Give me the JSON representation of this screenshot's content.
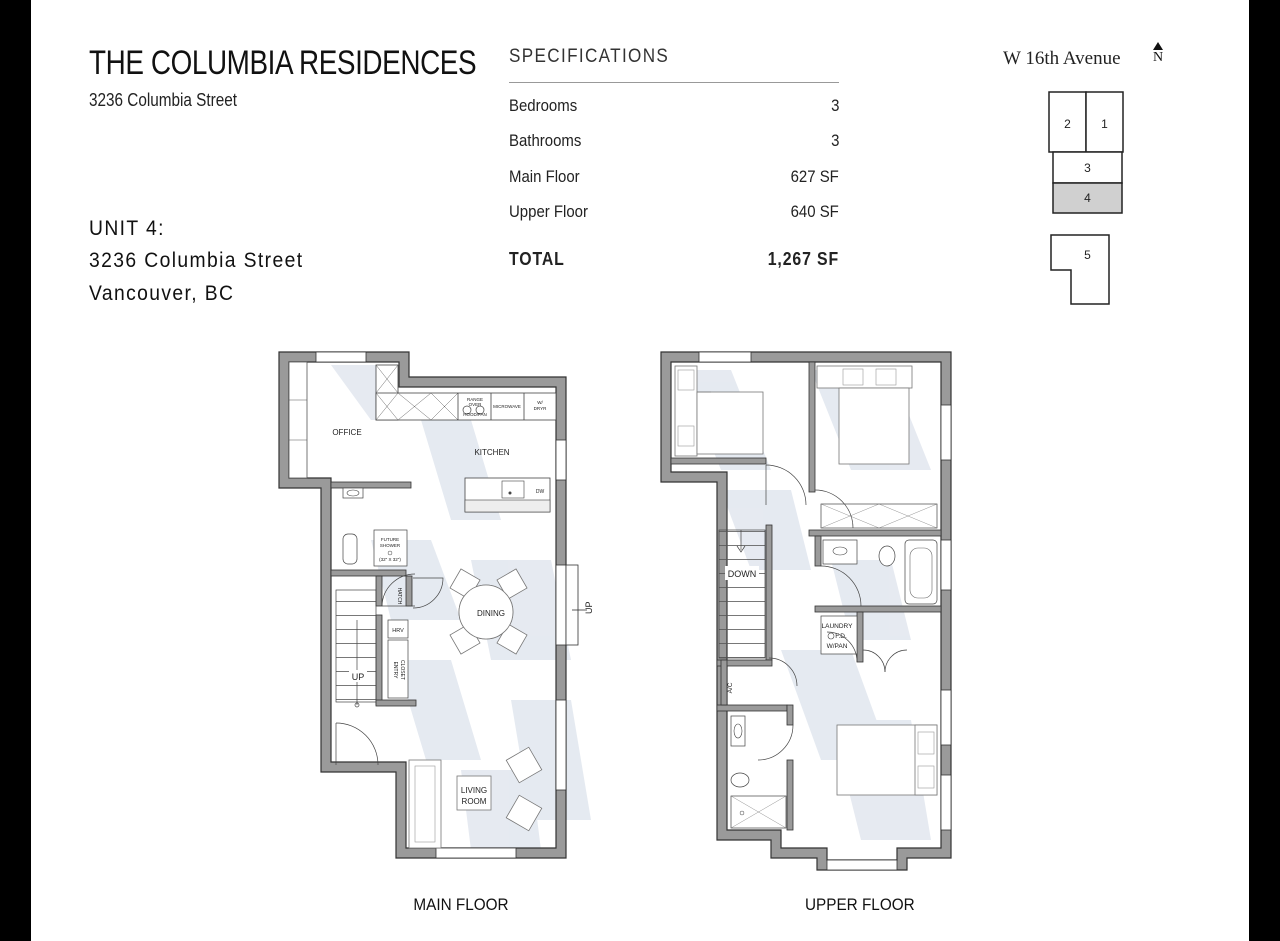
{
  "header": {
    "title": "THE COLUMBIA RESIDENCES",
    "subtitle": "3236 Columbia Street"
  },
  "unit": {
    "line1": "UNIT 4:",
    "line2": "3236 Columbia Street",
    "line3": "Vancouver, BC"
  },
  "specifications": {
    "heading": "SPECIFICATIONS",
    "rows": [
      {
        "label": "Bedrooms",
        "value": "3"
      },
      {
        "label": "Bathrooms",
        "value": "3"
      },
      {
        "label": "Main Floor",
        "value": "627 SF"
      },
      {
        "label": "Upper Floor",
        "value": "640 SF"
      }
    ],
    "total": {
      "label": "TOTAL",
      "value": "1,267 SF"
    }
  },
  "site_plan": {
    "street": "W 16th Avenue",
    "north": "N",
    "units": [
      "1",
      "2",
      "3",
      "4",
      "5"
    ],
    "highlighted_unit": "4",
    "highlight_color": "#d0d0d0"
  },
  "main_floor": {
    "caption": "MAIN FLOOR",
    "rooms": {
      "office": "OFFICE",
      "kitchen": "KITCHEN",
      "dining": "DINING",
      "living1": "LIVING",
      "living2": "ROOM",
      "up_stair": "UP",
      "up_side": "UP",
      "future1": "FUTURE",
      "future2": "SHOWER",
      "future3": "(32\" X 32\")",
      "hatch": "HATCH",
      "hrv": "HRV",
      "closet1": "ENTRY",
      "closet2": "CLOSET",
      "dw": "DW",
      "microwave": "MICROWAVE",
      "range1": "RANGE",
      "range2": "OVER",
      "range3": "HOOD/FAN",
      "wd1": "W/",
      "wd2": "DRYR"
    }
  },
  "upper_floor": {
    "caption": "UPPER FLOOR",
    "rooms": {
      "down": "DOWN",
      "laundry1": "LAUNDRY",
      "laundry2": "F.D.",
      "laundry3": "W/PAN",
      "ac": "A/C"
    }
  },
  "colors": {
    "wall": "#9a9a9a",
    "wall_stroke": "#333333",
    "shadow": "#e3e8f0",
    "highlight": "#d0d0d0"
  }
}
